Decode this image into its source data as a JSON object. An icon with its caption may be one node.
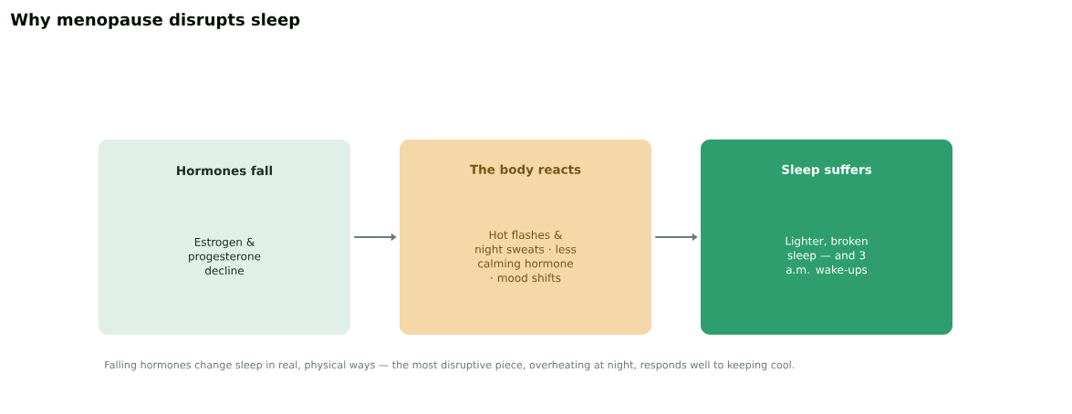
{
  "diagram": {
    "title": "Why menopause disrupts sleep",
    "caption": "Falling hormones change sleep in real, physical ways — the most disruptive piece, overheating at night, responds well to keeping cool.",
    "nodes": [
      {
        "text": [
          "Hormones fall",
          "Estrogen & progesterone decline"
        ]
      },
      {
        "text": [
          "The body reacts",
          "Hot flashes & night sweats · less calming hormone · mood shifts"
        ]
      },
      {
        "text": [
          "Sleep suffers",
          "Lighter, broken sleep — and 3 a.m. wake-ups"
        ]
      }
    ],
    "edges": [
      {
        "from": 0,
        "to": 1,
        "arrow": "to"
      },
      {
        "from": 1,
        "to": 2,
        "arrow": "to"
      }
    ]
  }
}
